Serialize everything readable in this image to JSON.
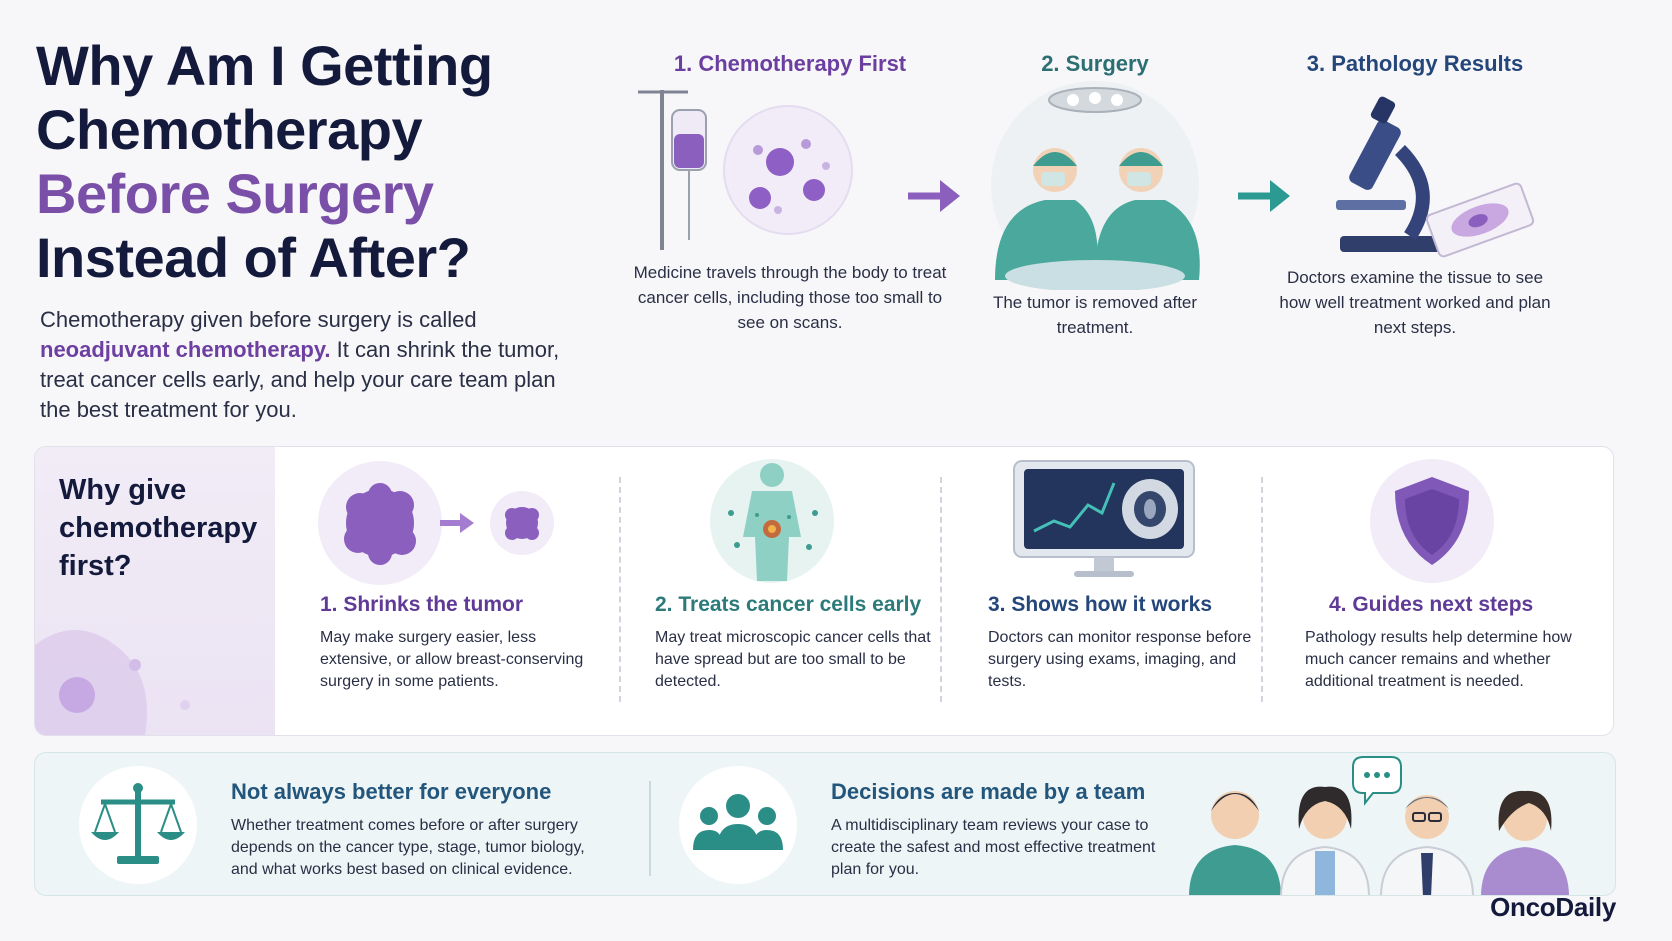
{
  "hero": {
    "title_line1": "Why Am I Getting",
    "title_line2": "Chemotherapy",
    "title_line3": "Before Surgery",
    "title_line4": "Instead of After?",
    "intro_before": "Chemotherapy given before surgery is called ",
    "intro_term": "neoadjuvant chemotherapy.",
    "intro_after": " It can shrink the tumor, treat cancer cells early, and help your care team plan the best treatment for you."
  },
  "steps": [
    {
      "title": "1. Chemotherapy First",
      "desc": "Medicine travels through the body to treat cancer cells, including those too small to see on scans.",
      "icon": "iv-drip-icon"
    },
    {
      "title": "2. Surgery",
      "desc": "The tumor is removed after treatment.",
      "icon": "surgeons-icon"
    },
    {
      "title": "3. Pathology Results",
      "desc": "Doctors examine the tissue to see how well treatment worked and plan next steps.",
      "icon": "microscope-icon"
    }
  ],
  "why": {
    "heading": "Why give chemotherapy first?",
    "reasons": [
      {
        "title": "1. Shrinks the tumor",
        "desc": "May make surgery easier, less extensive, or allow breast-conserving surgery in some patients.",
        "icon": "shrinking-tumor-icon"
      },
      {
        "title": "2. Treats cancer cells early",
        "desc": "May treat microscopic cancer cells that have spread but are too small to be detected.",
        "icon": "body-cells-icon"
      },
      {
        "title": "3. Shows how it works",
        "desc": "Doctors can monitor response before surgery using exams, imaging, and tests.",
        "icon": "monitor-scan-icon"
      },
      {
        "title": "4. Guides next steps",
        "desc": "Pathology results help determine how much cancer remains and whether additional treatment is needed.",
        "icon": "shield-icon"
      }
    ]
  },
  "bottom": {
    "left_title": "Not always better for everyone",
    "left_desc": "Whether treatment comes before or after surgery depends on the cancer type, stage, tumor biology, and what works best based on clinical evidence.",
    "left_icon": "balance-scale-icon",
    "right_title": "Decisions are made by a team",
    "right_desc": "A multidisciplinary team reviews your case to create the safest and most effective treatment plan for you.",
    "right_icon": "team-icon"
  },
  "brand": "OncoDaily",
  "colors": {
    "navy": "#141a3c",
    "purple": "#7a4fa8",
    "teal": "#2d7a7a",
    "blue": "#24467a"
  }
}
